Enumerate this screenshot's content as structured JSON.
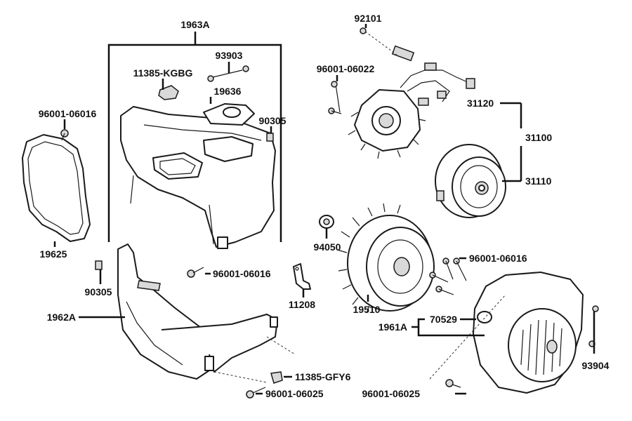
{
  "diagram": {
    "labels": {
      "l1963A": "1963A",
      "l93903": "93903",
      "l11385KGBG": "11385-KGBG",
      "l19636": "19636",
      "l90305a": "90305",
      "l96001_06016a": "96001-06016",
      "l19625": "19625",
      "l96001_06016b": "96001-06016",
      "l90305b": "90305",
      "l1962A": "1962A",
      "l11385GFY6": "11385-GFY6",
      "l96001_06025a": "96001-06025",
      "l11208": "11208",
      "l92101": "92101",
      "l96001_06022": "96001-06022",
      "l31120": "31120",
      "l31100": "31100",
      "l31110": "31110",
      "l94050": "94050",
      "l19510": "19510",
      "l96001_06016c": "96001-06016",
      "l70529": "70529",
      "l1961A": "1961A",
      "l93904": "93904",
      "l96001_06025b": "96001-06025"
    }
  }
}
